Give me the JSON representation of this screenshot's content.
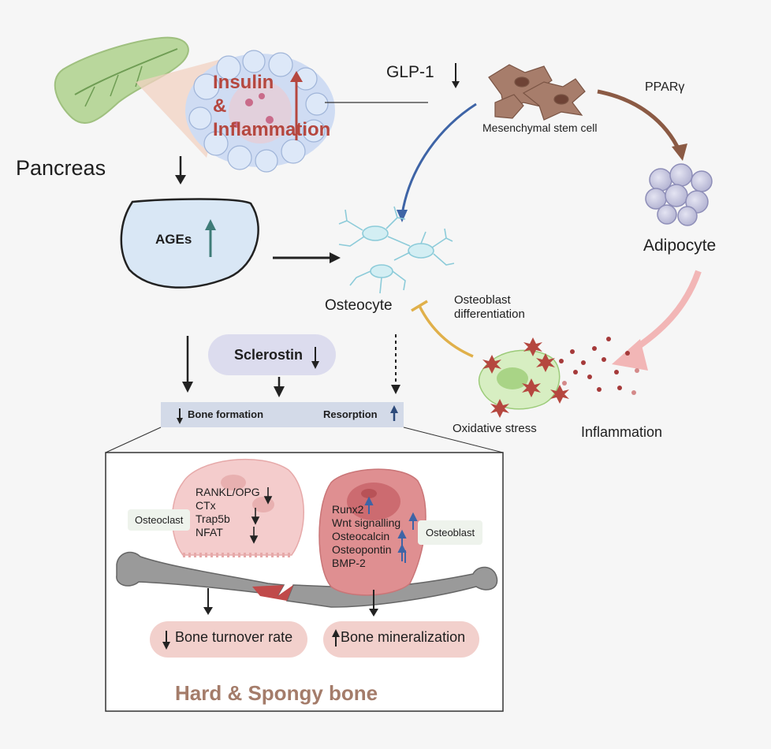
{
  "pancreas": {
    "label": "Pancreas",
    "insulin_label": "Insulin",
    "amp_label": "&",
    "inflammation_label": "Inflammation"
  },
  "glp1": {
    "label": "GLP-1"
  },
  "msc": {
    "label": "Mesenchymal stem cell"
  },
  "pparg": {
    "label": "PPARγ"
  },
  "adipocyte": {
    "label": "Adipocyte"
  },
  "ages": {
    "label": "AGEs"
  },
  "osteocyte": {
    "label": "Osteocyte"
  },
  "osteoblast_diff": {
    "line1": "Osteoblast",
    "line2": "differentiation"
  },
  "oxidative": {
    "label": "Oxidative stress"
  },
  "inflammation": {
    "label": "Inflammation"
  },
  "sclerostin": {
    "label": "Sclerostin"
  },
  "bar": {
    "bone_formation": "Bone formation",
    "resorption": "Resorption"
  },
  "osteoclast": {
    "tag": "Osteoclast",
    "markers": [
      "RANKL/OPG",
      "CTx",
      "Trap5b",
      "NFAT"
    ]
  },
  "osteoblast": {
    "tag": "Osteoblast",
    "markers": [
      "Runx2",
      "Wnt signalling",
      "Osteocalcin",
      "Osteopontin",
      "BMP-2"
    ]
  },
  "outcomes": {
    "turnover": "Bone turnover rate",
    "mineralization": "Bone mineralization"
  },
  "footer": {
    "title": "Hard & Spongy bone"
  },
  "colors": {
    "insulin_red": "#b5473f",
    "brown": "#8b5a44",
    "teal": "#3f7c78",
    "navy": "#2d4a7a",
    "blue_arrow": "#3e64a6",
    "orange": "#e0b04a",
    "pink": "#f2b6b6",
    "footer": "#a47c6a"
  }
}
